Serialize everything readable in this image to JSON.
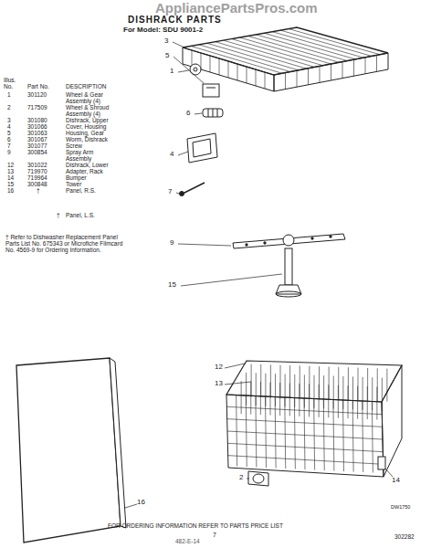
{
  "diagram": {
    "title": "DISHRACK PARTS",
    "labels": [
      "AppliancePartsPros.com",
      "For Model: SDU 9001-2",
      "Illus. No.",
      "Part No.",
      "DESCRIPTION",
      "1",
      "301120",
      "Wheel & Gear Assembly (4)",
      "2",
      "717509",
      "Wheel & Shroud Assembly (4)",
      "3",
      "301080",
      "Dishrack, Upper",
      "4",
      "301066",
      "Cover, Housing",
      "5",
      "301063",
      "Housing, Gear",
      "6",
      "301067",
      "Worm, Dishrack",
      "7",
      "301077",
      "Screw",
      "9",
      "300854",
      "Spray Arm Assembly",
      "12",
      "301022",
      "Dishrack, Lower",
      "13",
      "719970",
      "Adapter, Rack",
      "14",
      "719964",
      "Bumper",
      "15",
      "300848",
      "Tower",
      "16",
      "†",
      "Panel, R.S.",
      "†",
      "Panel, L.S.",
      "† Refer to Dishwasher Replacement Panel Parts List No. 675343 or Microfiche Filmcard No. 4569-9 for Ordering Information.",
      "3",
      "5",
      "1",
      "6",
      "4",
      "7",
      "9",
      "15",
      "12",
      "13",
      "2",
      "14",
      "16",
      "DW1750",
      "FOR ORDERING INFORMATION REFER TO PARTS PRICE LIST",
      "7",
      "302282",
      "482-E-14"
    ]
  }
}
